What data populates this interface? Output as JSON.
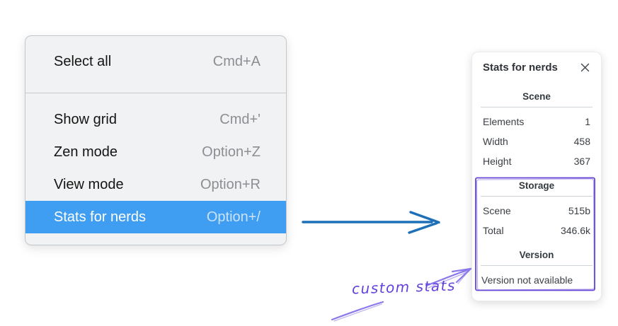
{
  "context_menu": {
    "items": [
      {
        "label": "Select all",
        "shortcut": "Cmd+A",
        "highlighted": false
      },
      {
        "label": "Show grid",
        "shortcut": "Cmd+'",
        "highlighted": false
      },
      {
        "label": "Zen mode",
        "shortcut": "Option+Z",
        "highlighted": false
      },
      {
        "label": "View mode",
        "shortcut": "Option+R",
        "highlighted": false
      },
      {
        "label": "Stats for nerds",
        "shortcut": "Option+/",
        "highlighted": true
      }
    ]
  },
  "stats_panel": {
    "title": "Stats for nerds",
    "icons": {
      "close": "✕"
    },
    "sections": [
      {
        "header": "Scene",
        "rows": [
          {
            "label": "Elements",
            "value": "1"
          },
          {
            "label": "Width",
            "value": "458"
          },
          {
            "label": "Height",
            "value": "367"
          }
        ]
      },
      {
        "header": "Storage",
        "rows": [
          {
            "label": "Scene",
            "value": "515b"
          },
          {
            "label": "Total",
            "value": "346.6k"
          }
        ]
      },
      {
        "header": "Version",
        "note": "Version not available"
      }
    ]
  },
  "annotation": {
    "label": "custom stats"
  },
  "colors": {
    "menu_highlight": "#3f9ef2",
    "menu_background": "#f1f2f3",
    "flow_arrow_blue": "#1d6fb8",
    "annotation_box_purple": "#6546d6",
    "annotation_arrow_purple": "#8b78ea",
    "annotation_text_purple": "#6240dd"
  }
}
